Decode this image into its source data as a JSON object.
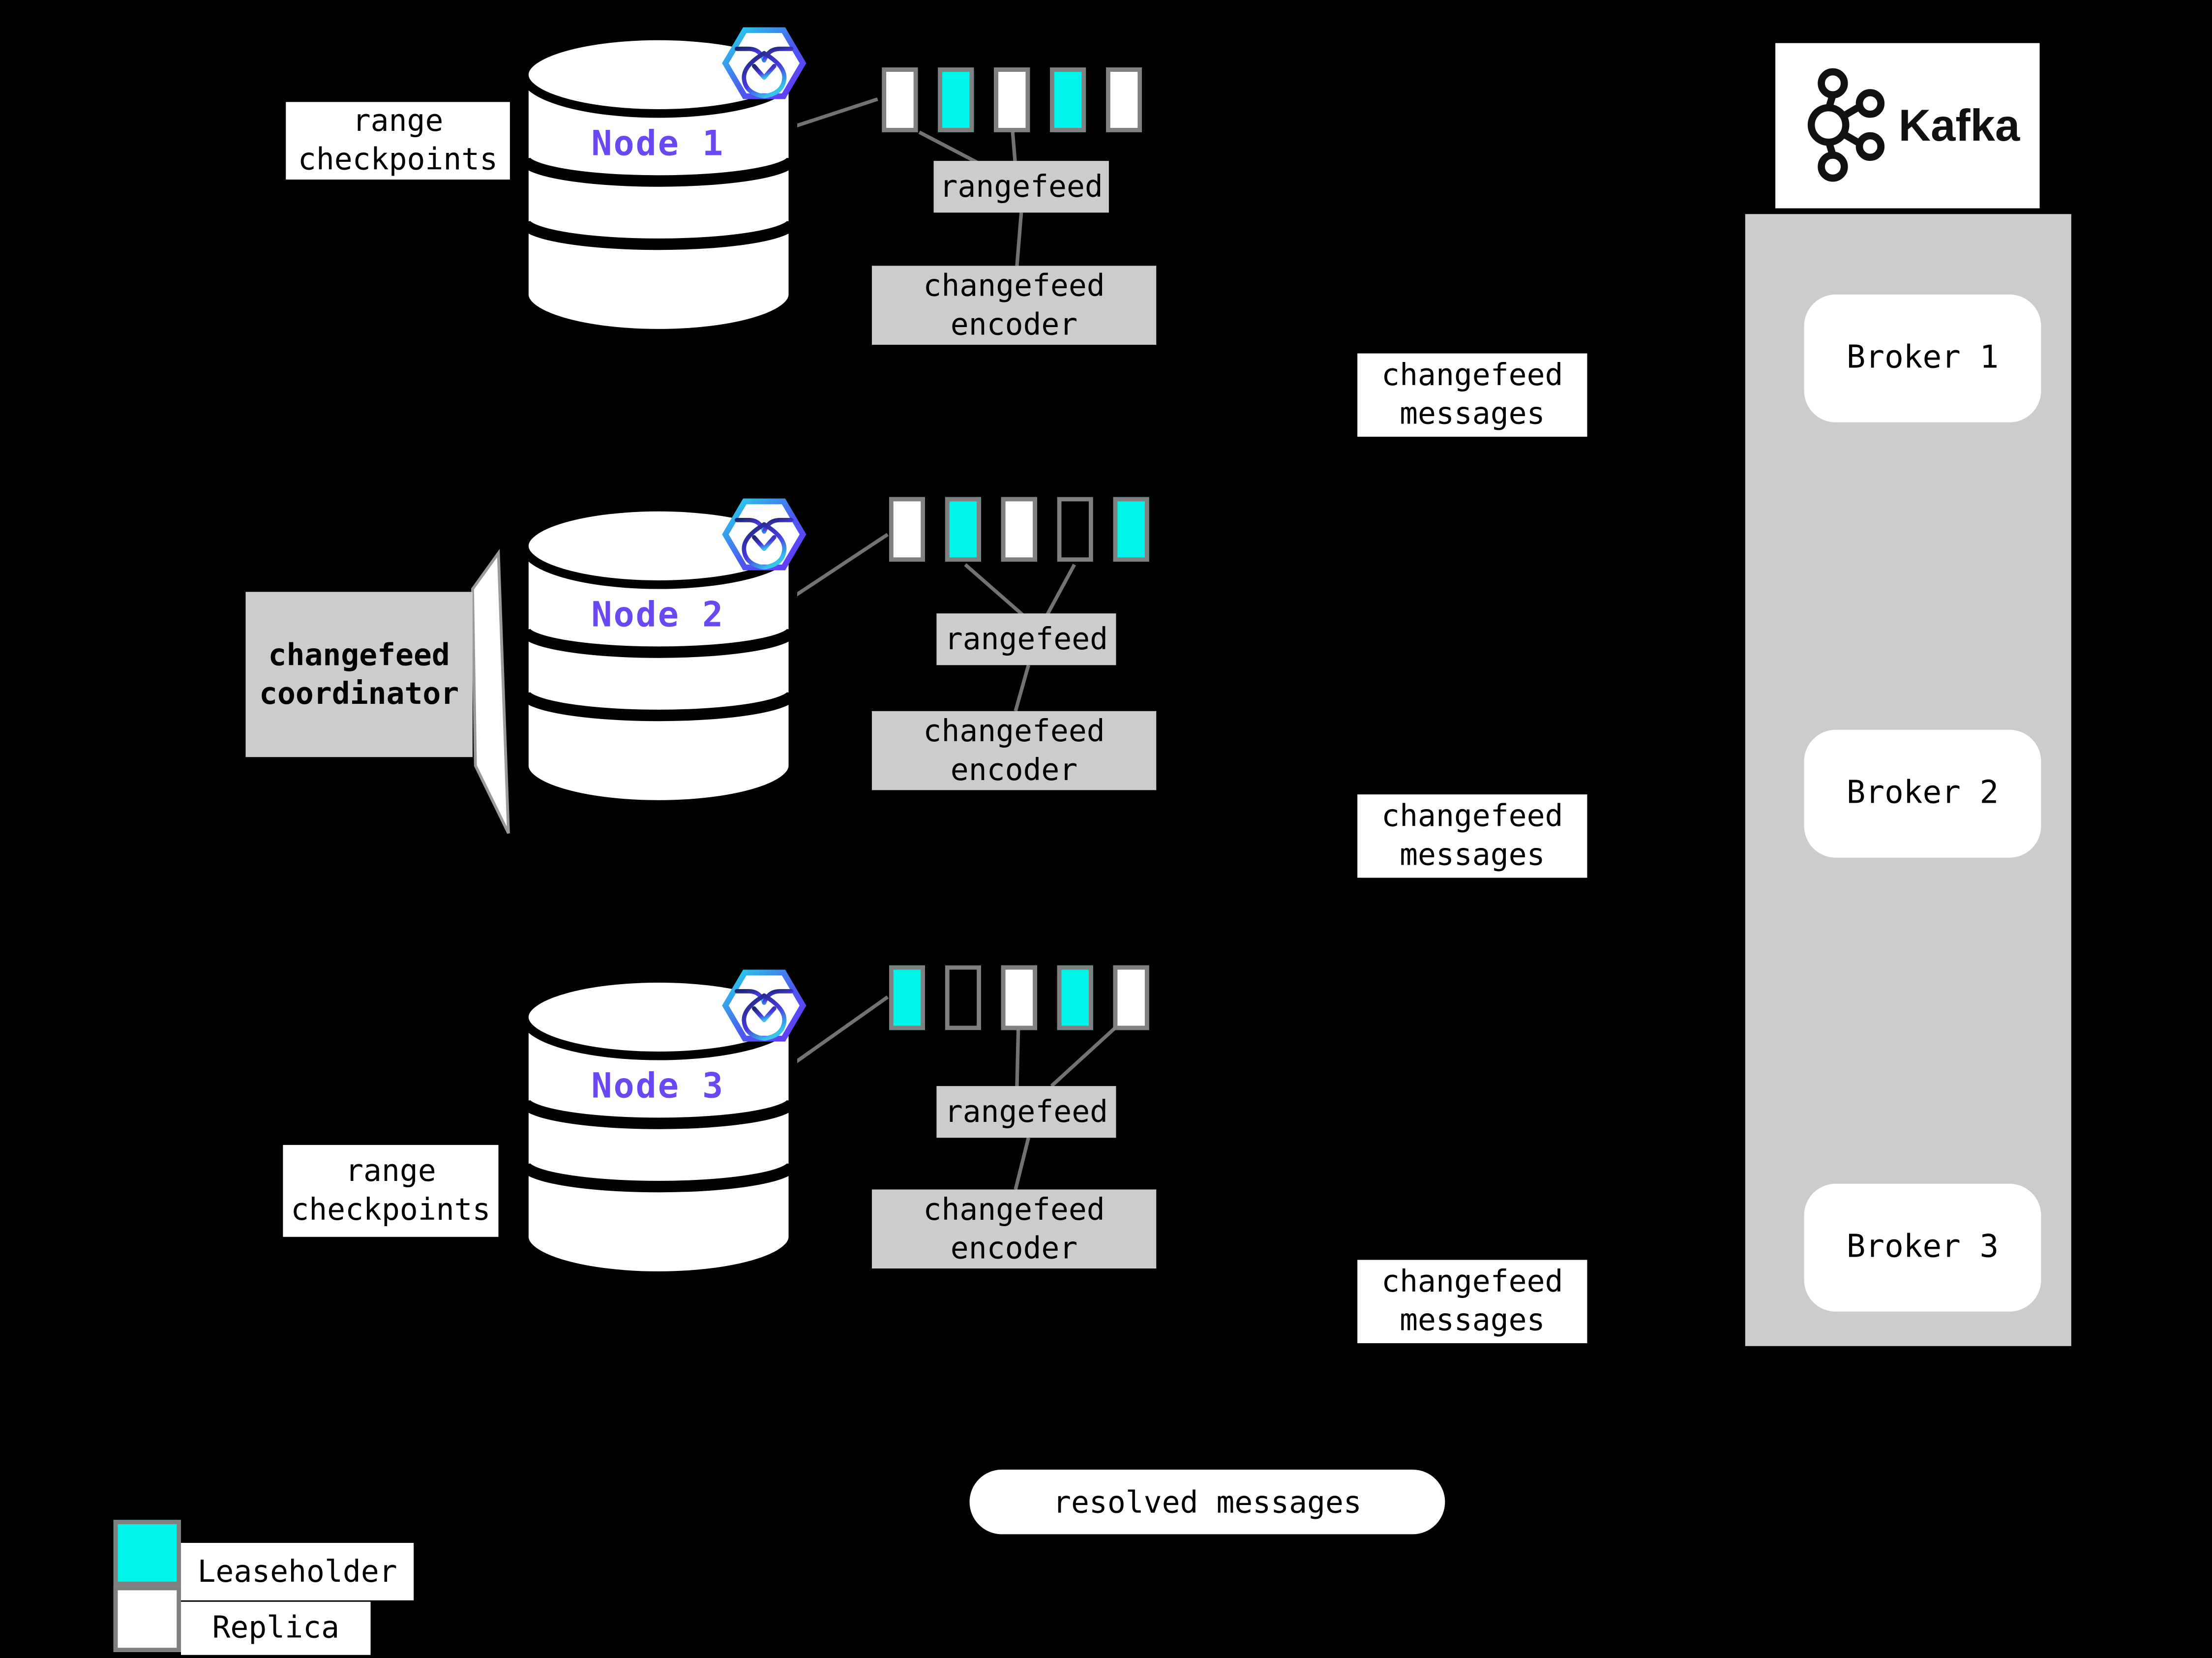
{
  "nodes": [
    {
      "name": "Node 1",
      "ranges": [
        "replica",
        "leaseholder",
        "replica",
        "leaseholder",
        "replica"
      ],
      "rangefeed": "rangefeed",
      "encoder_line1": "changefeed",
      "encoder_line2": "encoder"
    },
    {
      "name": "Node 2",
      "ranges": [
        "replica",
        "leaseholder",
        "replica",
        "empty",
        "leaseholder"
      ],
      "rangefeed": "rangefeed",
      "encoder_line1": "changefeed",
      "encoder_line2": "encoder"
    },
    {
      "name": "Node 3",
      "ranges": [
        "leaseholder",
        "empty",
        "replica",
        "leaseholder",
        "replica"
      ],
      "rangefeed": "rangefeed",
      "encoder_line1": "changefeed",
      "encoder_line2": "encoder"
    }
  ],
  "annotations": {
    "range_checkpoints_line1": "range",
    "range_checkpoints_line2": "checkpoints",
    "coordinator_line1": "changefeed",
    "coordinator_line2": "coordinator",
    "messages_line1": "changefeed",
    "messages_line2": "messages",
    "resolved_messages": "resolved messages"
  },
  "kafka": {
    "wordmark": "Kafka",
    "brokers": [
      "Broker 1",
      "Broker 2",
      "Broker 3"
    ]
  },
  "legend": {
    "items": [
      {
        "type": "leaseholder",
        "label": "Leaseholder"
      },
      {
        "type": "replica",
        "label": "Replica"
      }
    ]
  },
  "colors": {
    "background": "#000000",
    "leaseholder": "#00f5ea",
    "replica": "#ffffff",
    "box_gray": "#cccccc",
    "line_gray": "#737373",
    "node_purple": "#6a48f2",
    "rect_border": "#808080"
  }
}
